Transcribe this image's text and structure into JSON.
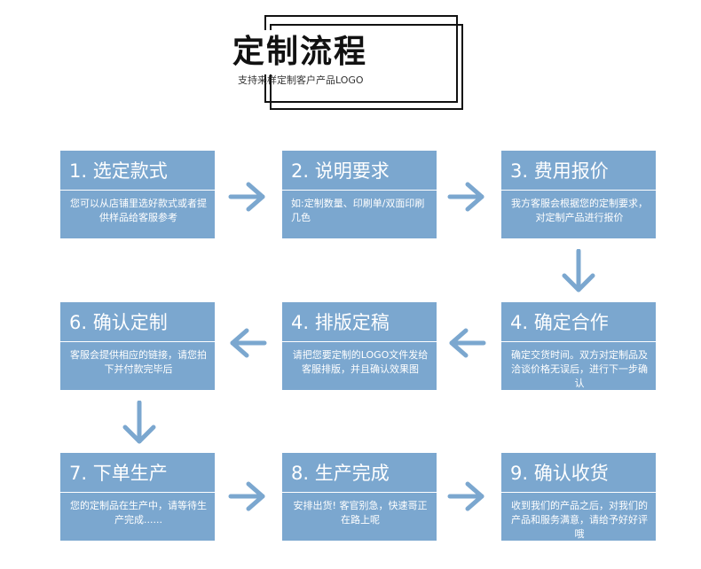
{
  "header": {
    "title": "定制流程",
    "subtitle": "支持来样定制客户产品LOGO"
  },
  "colors": {
    "box": "#7ba7cf",
    "arrow": "#7ba7cf",
    "text": "#ffffff"
  },
  "steps": [
    {
      "title": "1. 选定款式",
      "desc": "您可以从店铺里选好款式或者提供样品给客服参考"
    },
    {
      "title": "2. 说明要求",
      "desc": "如:定制数量、印刷单/双面印刷几色"
    },
    {
      "title": "3. 费用报价",
      "desc": "我方客服会根据您的定制要求，对定制产品进行报价"
    },
    {
      "title": "4. 确定合作",
      "desc": "确定交货时间。双方对定制品及洽谈价格无误后，进行下一步确认"
    },
    {
      "title": "4. 排版定稿",
      "desc": "请把您要定制的LOGO文件发给客服排版，并且确认效果图"
    },
    {
      "title": "6. 确认定制",
      "desc": "客服会提供相应的链接，请您拍下并付款完毕后"
    },
    {
      "title": "7. 下单生产",
      "desc": "您的定制品在生产中，请等待生产完成......"
    },
    {
      "title": "8. 生产完成",
      "desc": "安排出货! 客官别急，快速哥正在路上呢"
    },
    {
      "title": "9. 确认收货",
      "desc": "收到我们的产品之后，对我们的产品和服务满意，请给予好好评哦"
    }
  ],
  "arrows": [
    {
      "direction": "right-arrow-icon"
    },
    {
      "direction": "right-arrow-icon"
    },
    {
      "direction": "down-arrow-icon"
    },
    {
      "direction": "left-arrow-icon"
    },
    {
      "direction": "left-arrow-icon"
    },
    {
      "direction": "down-arrow-icon"
    },
    {
      "direction": "right-arrow-icon"
    },
    {
      "direction": "right-arrow-icon"
    }
  ]
}
